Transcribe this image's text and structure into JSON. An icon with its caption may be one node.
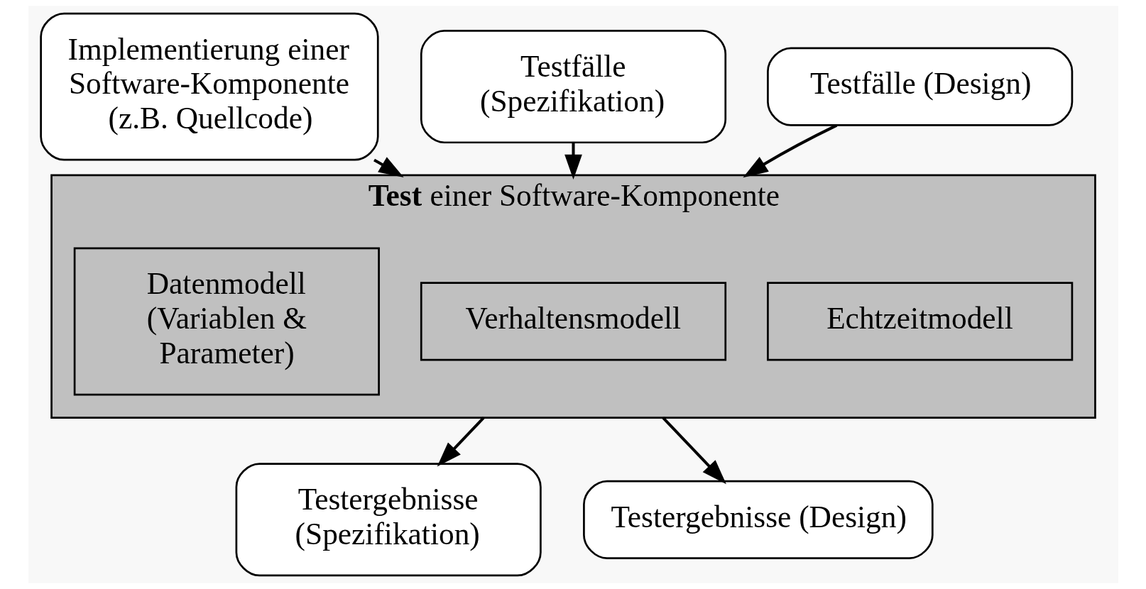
{
  "diagram": {
    "nodes": [
      {
        "text": [
          "Implementierung einer Software-Komponente (z.B. Quellcode)"
        ]
      },
      {
        "text": [
          "Testfälle (Spezifikation)"
        ]
      },
      {
        "text": [
          "Testfälle (Design)"
        ]
      },
      {
        "text": [
          "**Test** einer Software-Komponente"
        ]
      },
      {
        "text": [
          "Datenmodell (Variablen & Parameter)"
        ],
        "in": 3
      },
      {
        "text": [
          "Verhaltensmodell"
        ],
        "in": 3
      },
      {
        "text": [
          "Echtzeitmodell"
        ],
        "in": 3
      },
      {
        "text": [
          "Testergebnisse (Spezifikation)"
        ]
      },
      {
        "text": [
          "Testergebnisse (Design)"
        ]
      }
    ],
    "edges": [
      {
        "from": 0,
        "to": 3,
        "arrow": "to"
      },
      {
        "from": 1,
        "to": 3,
        "arrow": "to"
      },
      {
        "from": 2,
        "to": 3,
        "arrow": "to"
      },
      {
        "from": 3,
        "to": 7,
        "arrow": "to"
      },
      {
        "from": 3,
        "to": 8,
        "arrow": "to"
      }
    ]
  }
}
